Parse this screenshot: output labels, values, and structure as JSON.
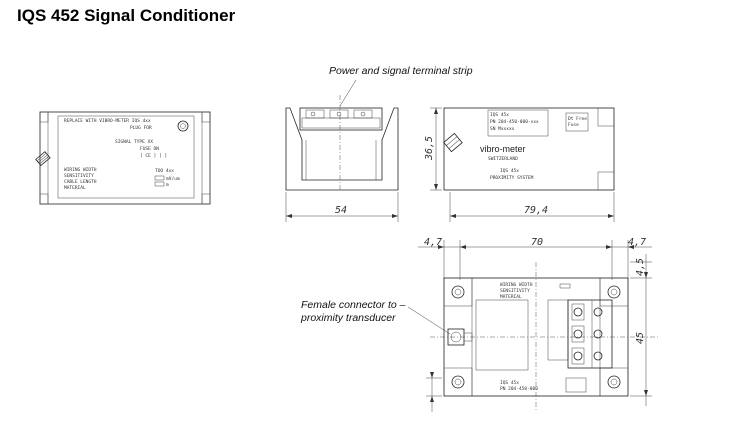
{
  "title": "IQS 452 Signal Conditioner",
  "labels": {
    "terminal_strip": "Power and signal terminal strip",
    "female_connector_line1": "Female connector to –",
    "female_connector_line2": "proximity transducer"
  },
  "dimensions": {
    "width_side": "54",
    "length_front": "79,4",
    "height": "36,5",
    "top_offset_left": "4,7",
    "top_length": "70",
    "top_offset_right": "4,7",
    "right_top": "4,5",
    "right_mid": "45"
  },
  "unit_text": {
    "brand": "vibro-meter",
    "model": "IQS 45x",
    "system": "PROXIMITY SYSTEM"
  }
}
